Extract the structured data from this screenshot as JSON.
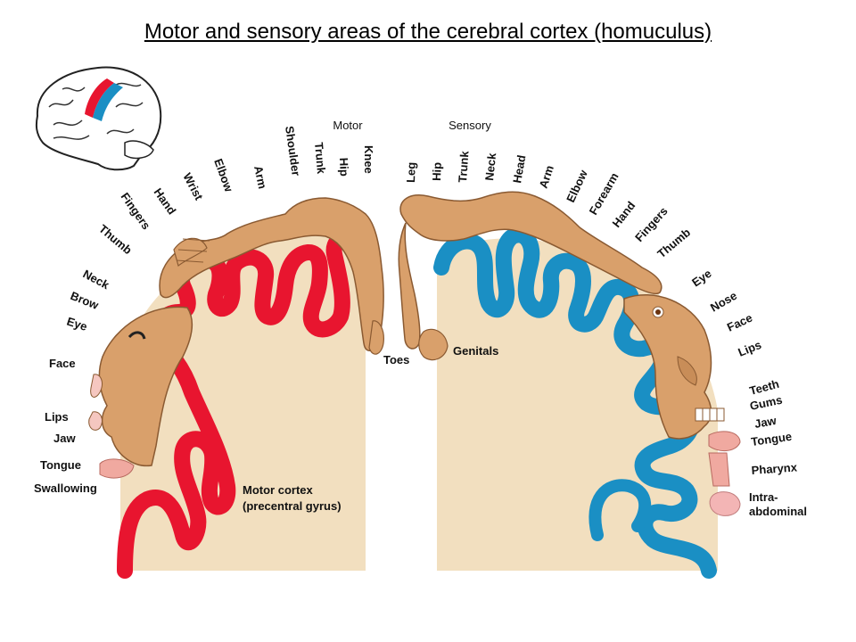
{
  "title": "Motor and sensory areas of the cerebral cortex (homuculus)",
  "headers": {
    "motor": "Motor",
    "sensory": "Sensory"
  },
  "colors": {
    "motor": "#e8152f",
    "sensory": "#1a8fc4",
    "tissue": "#f2dfbf",
    "skin": "#d9a06b"
  },
  "motor_labels": [
    "Thumb",
    "Fingers",
    "Hand",
    "Wrist",
    "Elbow",
    "Arm",
    "Shoulder",
    "Trunk",
    "Hip",
    "Knee",
    "Neck",
    "Brow",
    "Eye",
    "Face",
    "Lips",
    "Jaw",
    "Tongue",
    "Swallowing",
    "Toes"
  ],
  "sensory_labels": [
    "Leg",
    "Hip",
    "Trunk",
    "Neck",
    "Head",
    "Arm",
    "Elbow",
    "Forearm",
    "Hand",
    "Fingers",
    "Thumb",
    "Eye",
    "Nose",
    "Face",
    "Lips",
    "Teeth",
    "Gums",
    "Jaw",
    "Tongue",
    "Pharynx",
    "Intra-",
    "abdominal",
    "Genitals"
  ],
  "motor_cortex": {
    "line1": "Motor cortex",
    "line2": "(precentral gyrus)"
  }
}
